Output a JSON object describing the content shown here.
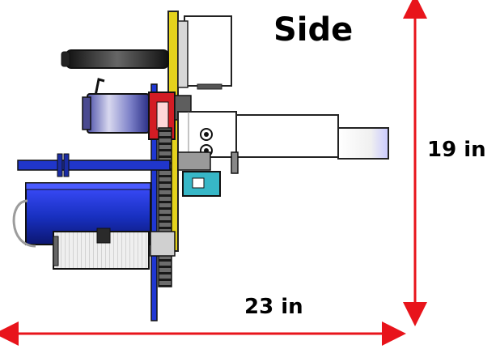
{
  "title": "Side",
  "dimensions": {
    "height_label": "19 in",
    "width_label": "23 in"
  },
  "colors": {
    "arrow": "#e8141b",
    "plate": "#e4d21c",
    "blue": "#1b2fc2",
    "red": "#d31c24",
    "teal": "#37b7c7",
    "dark": "#1a1a1a",
    "light": "#f0f0f0"
  }
}
